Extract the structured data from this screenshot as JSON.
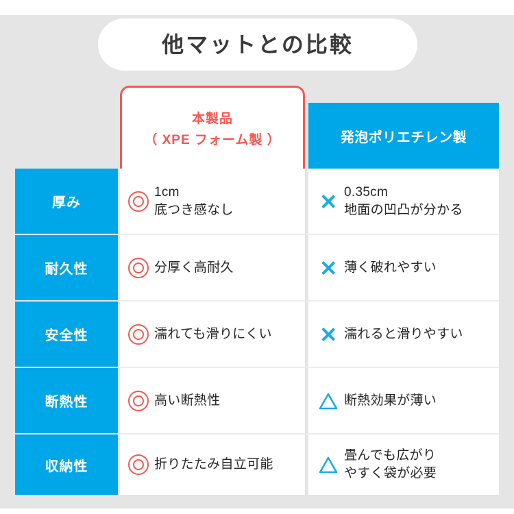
{
  "title": "他マットとの比較",
  "colors": {
    "blue": "#00a7e8",
    "red": "#f4584f",
    "cross_blue": "#18ace8",
    "background": "#e5e5e5",
    "text": "#262626"
  },
  "header": {
    "product_line1": "本製品",
    "product_line2": "（ XPE フォーム製 ）",
    "rival": "発泡ポリエチレン製"
  },
  "rows": [
    {
      "label": "厚み",
      "product": {
        "icon": "double-circle-icon",
        "line1": "1cm",
        "line2": "底つき感なし"
      },
      "rival": {
        "icon": "cross-icon",
        "line1": "0.35cm",
        "line2": "地面の凹凸が分かる"
      }
    },
    {
      "label": "耐久性",
      "product": {
        "icon": "double-circle-icon",
        "line1": "分厚く高耐久",
        "line2": ""
      },
      "rival": {
        "icon": "cross-icon",
        "line1": "薄く破れやすい",
        "line2": ""
      }
    },
    {
      "label": "安全性",
      "product": {
        "icon": "double-circle-icon",
        "line1": "濡れても滑りにくい",
        "line2": ""
      },
      "rival": {
        "icon": "cross-icon",
        "line1": "濡れると滑りやすい",
        "line2": ""
      }
    },
    {
      "label": "断熱性",
      "product": {
        "icon": "double-circle-icon",
        "line1": "高い断熱性",
        "line2": ""
      },
      "rival": {
        "icon": "triangle-icon",
        "line1": "断熱効果が薄い",
        "line2": ""
      }
    },
    {
      "label": "収納性",
      "product": {
        "icon": "double-circle-icon",
        "line1": "折りたたみ自立可能",
        "line2": ""
      },
      "rival": {
        "icon": "triangle-icon",
        "line1": "畳んでも広がり",
        "line2": "やすく袋が必要"
      }
    }
  ]
}
